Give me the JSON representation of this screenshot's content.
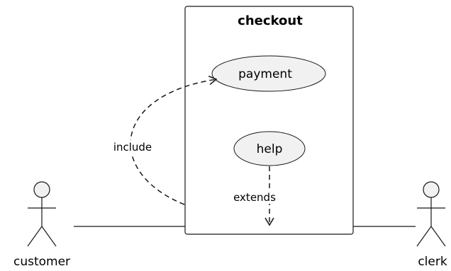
{
  "diagram": {
    "system": {
      "title": "checkout"
    },
    "usecases": {
      "payment": "payment",
      "help": "help"
    },
    "actors": {
      "customer": "customer",
      "clerk": "clerk"
    },
    "relations": {
      "include": "include",
      "extends": "extends"
    },
    "colors": {
      "usecase_fill": "#f1f1f1",
      "line": "#181818",
      "background": "#ffffff"
    }
  }
}
